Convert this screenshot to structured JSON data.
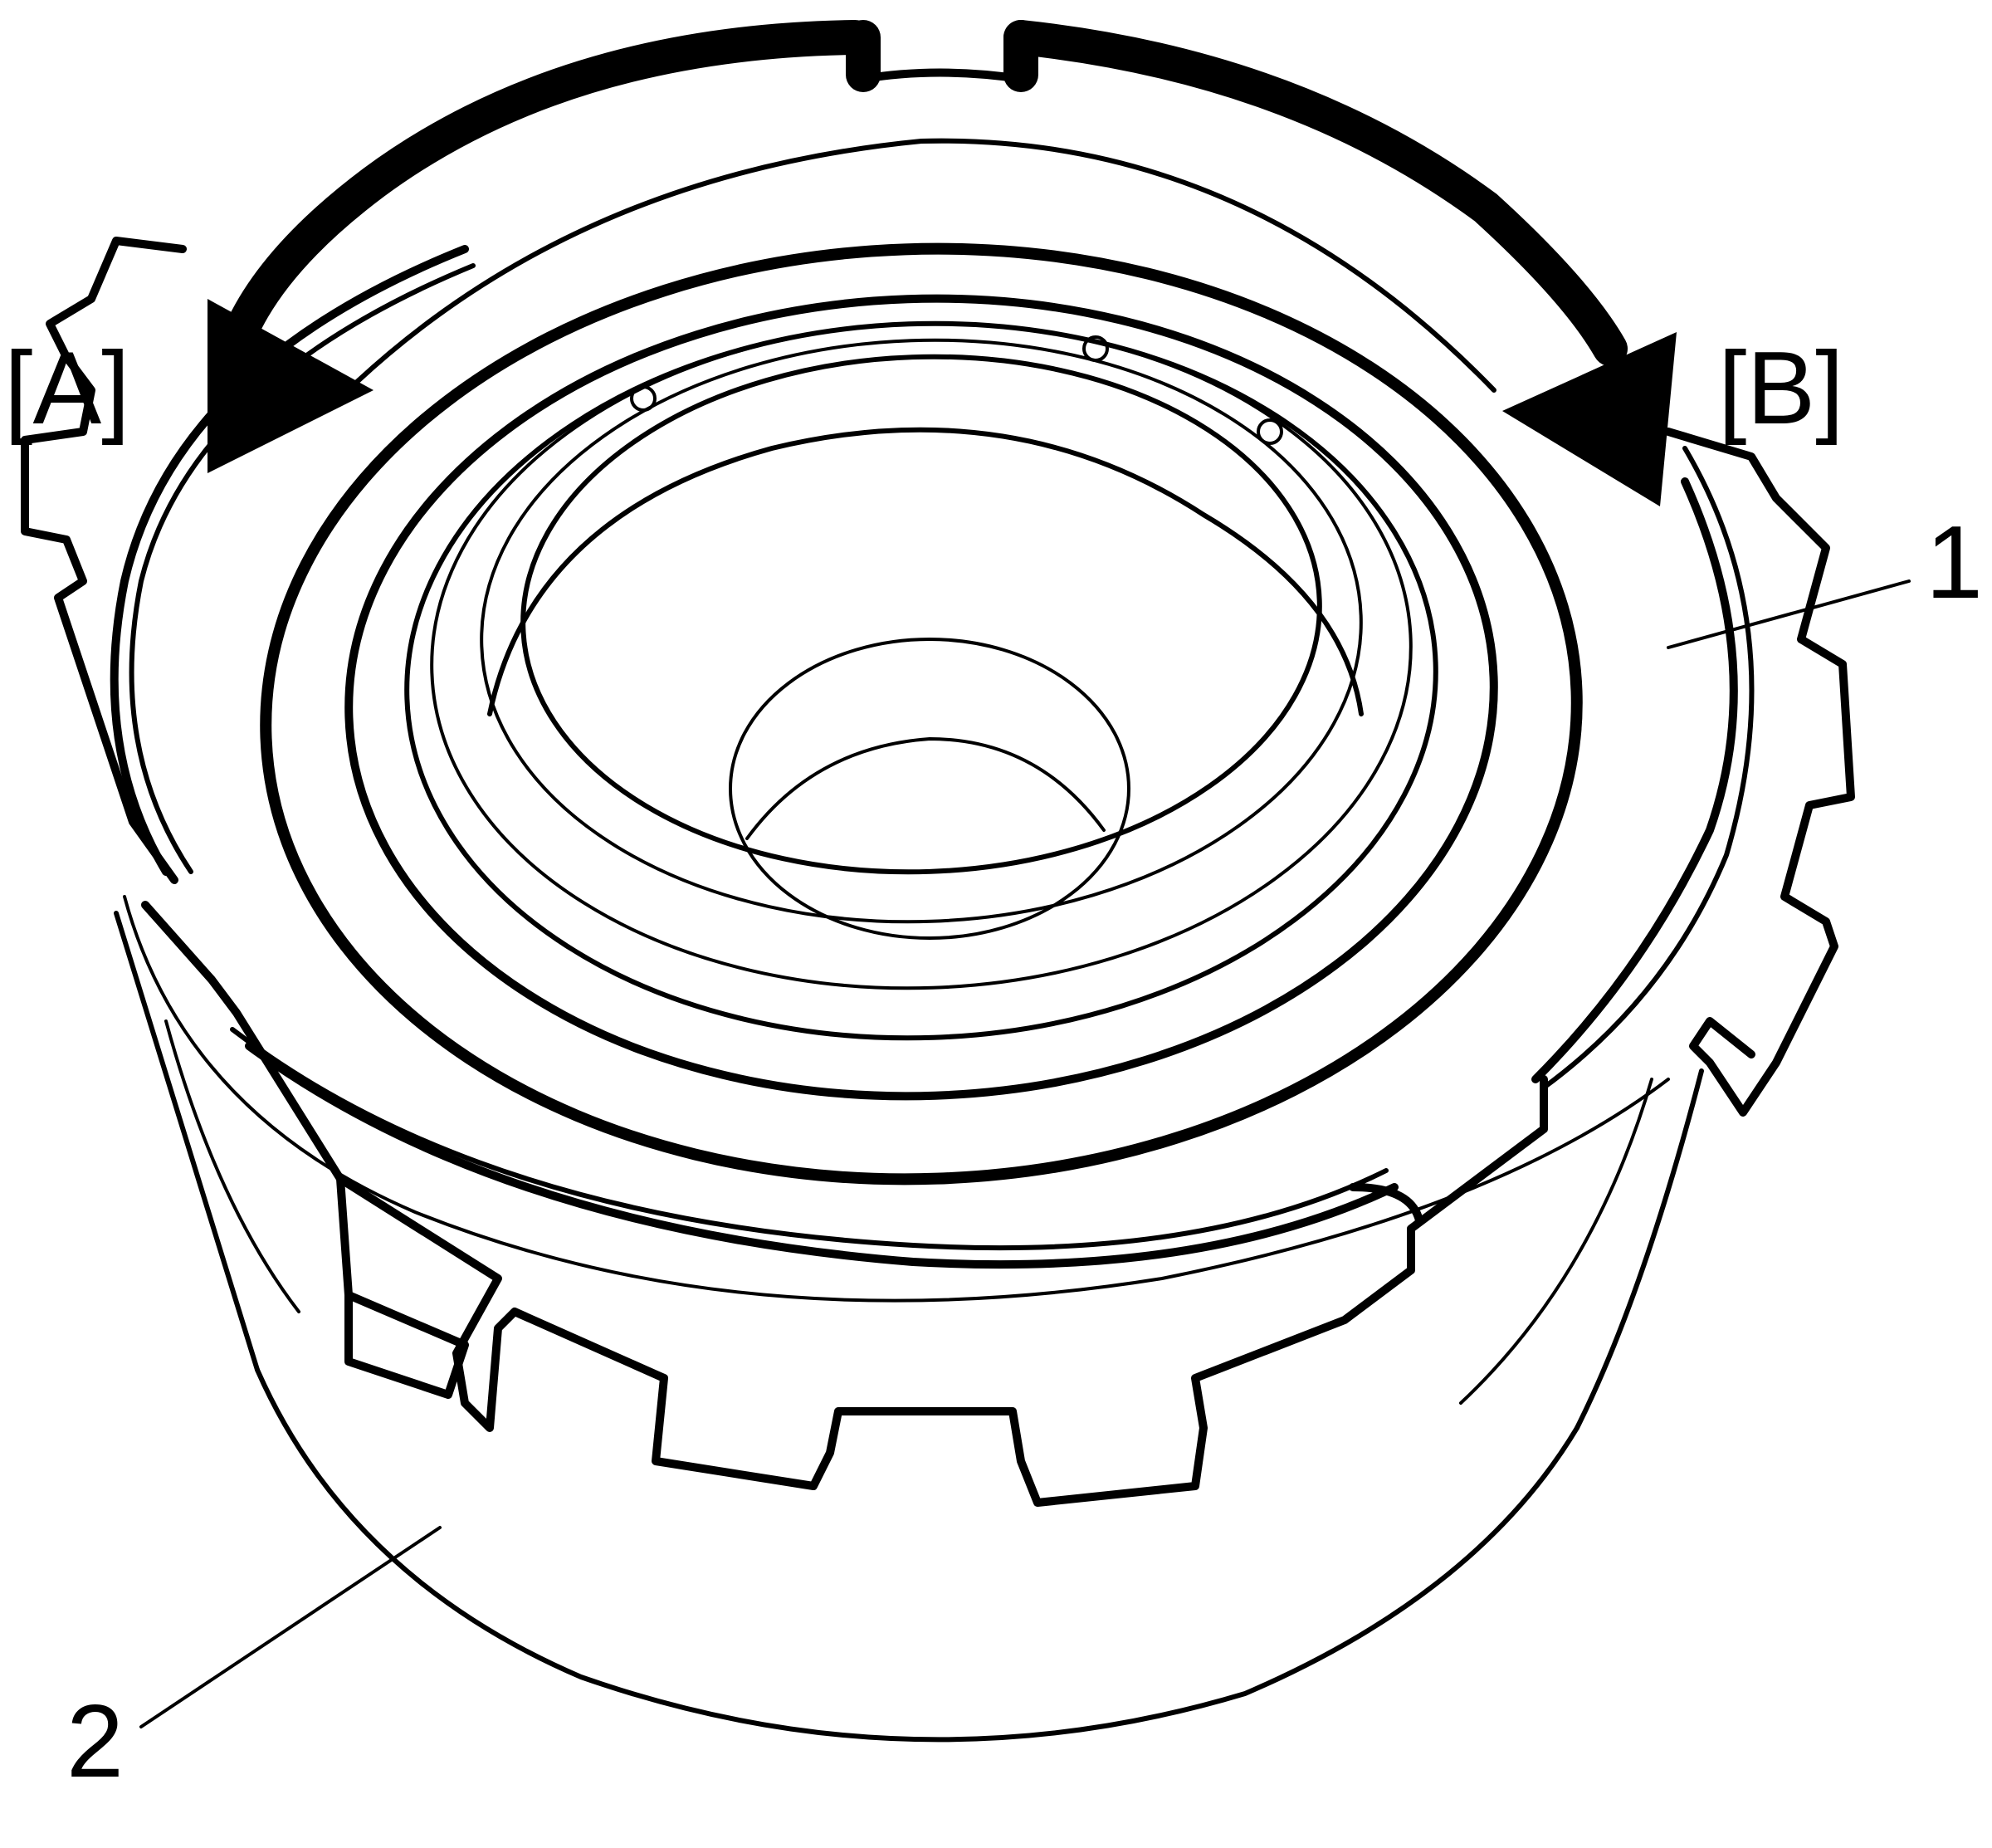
{
  "figure": {
    "label_a": "[A]",
    "label_b": "[B]",
    "callout_1": "1",
    "callout_2": "2"
  },
  "parts": [
    {
      "callout": "1",
      "icon": "sprocket-ring-icon"
    },
    {
      "callout": "2",
      "icon": "housing-drum-icon"
    }
  ],
  "arrows": {
    "a": {
      "direction": "counter-clockwise",
      "icon": "rotation-arrow-left-icon"
    },
    "b": {
      "direction": "clockwise",
      "icon": "rotation-arrow-right-icon"
    }
  },
  "colors": {
    "ink": "#000000",
    "paper": "#ffffff"
  }
}
